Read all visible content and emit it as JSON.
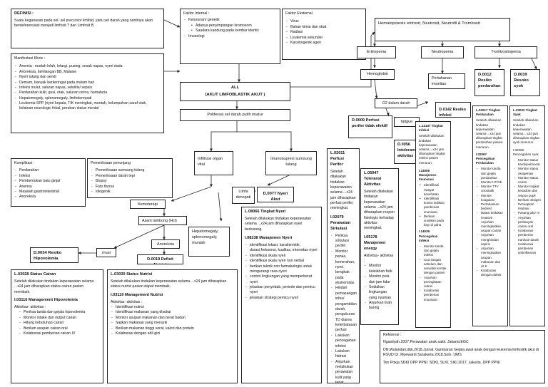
{
  "definisi": {
    "title": "DEFINISI :",
    "text": "Suatu keganasan pada sel- sel precursor limfoid, yaitu sel darah yang nantinya akan berdeferensiasi menjadi limfosit T dan Limfosit B"
  },
  "faktor_internal": {
    "title": "Faktor Internal :",
    "items": [
      "Keturunan/ genetik"
    ],
    "subitems": [
      "Adanya penyimpangan kromosom",
      "Saudara kandung pada kembar identic"
    ],
    "items2": [
      "Imunologi"
    ]
  },
  "faktor_eksternal": {
    "title": "Faktor Eksternal",
    "items": [
      "Virus",
      "Bahan kimia dan obat",
      "Radiasi",
      "Leukemia sekunder",
      "Karsinogenik agen"
    ]
  },
  "hematopoiesis": "Hematopoiesis eritrosit, Neutrosit, Neutrofil & Trombosit",
  "manifestasi": {
    "title": "Manifestasi Klinis :",
    "items": [
      "Anemia : mudah lelah, letargi, pusing, sesak napas, nyeri dada",
      "Anoreksia, kehilangan BB, Malaise",
      "Nyeri tulang dan sendi",
      "Demam, banyak berkeringat pada malam hari",
      "Infeksi mulut, saluran napas, selulitis/ sepsis",
      "Perdarahan kulit, gusi, otak, saluran cerna, hematuria",
      "Hepatomegaly, splenomegaly, limfodenopati",
      "Leukemia SPP (nyeri kepala, TIK meningkat, muntah, kelumpuhan saraf otak, kelainan neurologic fokal, peruban status mental"
    ]
  },
  "all": {
    "line1": "ALL",
    "line2": "(AKUT LIMFOBLASTIK AKUT )"
  },
  "proliferasi": "Poliferasi sel darah putih imatur",
  "eritropenia": "Eritropenia",
  "neutropenia": "Neutropenia",
  "trombositopenia": "Trombositopenia",
  "hemoglobin": "Hemoglobin",
  "pertahanan": "Pertahanan imunitas",
  "d0012": "D.0012 Resiko perdarahan",
  "d0039": "D.0039 Resoko syok",
  "o2": "O2 dalam darah",
  "d0142": "D.0142 Resiko infeksi",
  "d0009": "D.0009 Perfusi perifer tidak efektif",
  "fatigue": "fatigue",
  "d0056": "D.0056 Intoleransi aktivitas",
  "komplikasi": {
    "title": "Komplikasi :",
    "items": [
      "Perdarahan",
      "Infeksi",
      "Pembentukan batu ginjal",
      "Anemia",
      "Masalah gastrointestinal",
      "Anoreksia"
    ]
  },
  "penunjang": {
    "title": "Pemeriksaan penunjang",
    "items": [
      "Pemeriksaan sumsung tulang",
      "Pemeriksaan darah tepi",
      "Biopsy",
      "Foto thorax",
      "sitogenik"
    ]
  },
  "infiltrasi": "Infiltrasi organ vital",
  "imunosupresi": "Imunosupresi sumsung tulang",
  "limfa": "Limfa denopati",
  "d0077": "D.0077 Nyeri Akut",
  "kemoterapi": "Kemoterapi",
  "asam": "Asam lambung (Hcl)",
  "mual": "mual",
  "anoreksia": "Anoreksia",
  "d0034": "D.0034 Resiko Hipovolemia",
  "d0019": "D.0019 Defisit Nutrisi",
  "hepato": "Hepatomegaly, splenomegaly, muntah",
  "l02011": {
    "title": "L.02011 Perfusi Perifer",
    "text": "Setelah dilakukan tindakan keperawatan selama ...x24 jam diharapkan perfusi perifer meningkat."
  },
  "i02079": {
    "title": "I.02079 Perawatan Sirkulasi",
    "items": [
      "Periksa sirkulasi perifer",
      "Monitor panas, kemerahan, nyeri, bengkak pada ekstremitas",
      "Hindari pemasangan infus/ pengambilan darah, pengukuran TD diarea keterbatasan perfusi",
      "Lakukan pencegahan infeksi",
      "Lakukan hidrasi",
      "Anjurkan melakukan perawatan kulit yang tepat"
    ]
  },
  "l05047": {
    "title": "L.05047 Toleransi Aktivitas",
    "text": "Setelah dilakukan tindakan keperawatan selama ...x24 jam diharapkan respon fisiologis terhadap aktivitas meningkat."
  },
  "i05178": {
    "title": "I.05178 Manajemen energy",
    "sub": "Aktivitas- aktivitas :",
    "items": [
      "Monitor kelelahan fisik",
      "Monitor pola dan jam tidur",
      "Sediakan lingkungan yang nyaman",
      "Anjurkan tirah baring"
    ]
  },
  "l14137": {
    "title": "L.14137 Tingkat Infeksi",
    "text": "Setelah dilakukan tindakan keperawatan selama ...x24 jam diharapkan tingkat infeksi pasien menurun."
  },
  "i14508": {
    "title": "I.14508 Manajemen Imunisasi",
    "items": [
      "Identifikasi riwayat kesehatan",
      "Identifikasi kontra indikasi pemberian imunisasi",
      "Berikan suntikan pada bayi di paha"
    ]
  },
  "i14539": {
    "title": "I.14539 Pencegahan infeksi",
    "items": [
      "Monitor tanda dan gejala infeksi",
      "Cuci tangan sebelum dan sesudah kontak dengan pasien",
      "Anjurkan peningkatan nutrisi",
      "Kolaborasi pemberian imunisasi"
    ]
  },
  "l02017": {
    "title": "L.02017 Tingkat Perdarahan",
    "text": "Setelah dilakukan tindakan keperawatan selama ...x24 jam diharapkan tingkat perdarahan pasien menurun."
  },
  "i02067": {
    "title": "I.02067 Pencegahan Perdarahan",
    "items": [
      "Monitor tanda dan gejala perdarahan",
      "Monitor HT/Hb",
      "Monitor TTV ortostatik",
      "Monitor koagulasi",
      "Pertahankan bedrest",
      "Batasi tindakan invasive",
      "Anjurkan meningkatkan asupan cairan",
      "Anjurkan menghindari aspirin",
      "Anjurkan meningkatkan asupan makanan dan vit K",
      "Kolaborasi dengan dokter"
    ]
  },
  "l03032": {
    "title": "L.03032 Tingkat Syok",
    "text": "Setelah dilakukan tindakan keperawatan selama ...x24 jam diharapkan tingkat syok menurun.",
    "title2": "I.02068 Pencegahan syok",
    "items": [
      "Monitor status kardiopulmonal",
      "Monitor status oksigenasi",
      "Monitor status cairan",
      "Monitor tingkat kesadran dan respon pupil",
      "Berikan oksigen",
      "Persiapkan intubasi",
      "Pasang jalur IV",
      "Anjurkan perbanyak cairan oral",
      "Kolaborasi pemberian tranfuse darah",
      "Kolaborasi pemberian antiinflamasi"
    ]
  },
  "l08066": {
    "title": "L.08066 Tingkat Nyeri",
    "text": "Setelah dilakukan tindakan keperawatan selama ...x24 jam diharapkan nyeri berkurang.",
    "title2": "I.08238 Manajemen Nyeri",
    "items": [
      "identifikasi lokasi, karakteristik, durasi,frekuensi, kualitas, intensitas nyeri",
      "identifikasi skala nyeri",
      "identifikasi skala nyeri non verbal",
      "berikan teknik non farmakologis untuk mengurangi rasa nyeri",
      "control lingkungan yang memperberat nyeri",
      "jelaskan penyebab, periode dan pemicu nyeri",
      "jelaskan strategi pemicu nyeri"
    ]
  },
  "l03028": {
    "title": "L.03028 Status Cairan",
    "text": "Setelah dilakukan tindakan keperawatan selama ...x24 jam diharapkan status cairan pasien membaik.",
    "title2": "I.03116 Management Hipovolemia",
    "sub": "Aktivitas- aktivitas :",
    "items": [
      "Periksa tanda dan gejala hipovolemia",
      "Monitor intake dan output cairan",
      "Hitung kebutuhan cairan",
      "Berikan asupan cairan oral",
      "Kolaborasi pemberian cairan IV"
    ]
  },
  "l03030": {
    "title": "L.03030 Status Nutrisi",
    "text": "Setelah dilakukan tindakan keperawatan selama ...x24 jam diharapkan status nutrisi pasien dapat membaik.",
    "title2": "I.03119 Management Nutrisi",
    "sub": "Aktivitas- aktivitas :",
    "items": [
      "Identifikasi nutrisi",
      "Identifikasi makanan yang disukai",
      "Monitor asupan makanan dan berat badan",
      "Sajikan makanan yang menarik",
      "Berikan makanan tinggi serat, kalori dan protein",
      "Kolaborasi dengan ahli gizi"
    ]
  },
  "referensi": {
    "title": "Referensi :",
    "items": [
      "Ngastiyah.2007.Perawatan anak sakit. Jakarta:EGC",
      "DN.Wulandari,dkk.2018.Jurnal. Gambaran Gejala awal anak dengan leukemia limfositik akut di RSUD Dr. Moewardi Surakarta 2018.Solo. UMS",
      "Tim Pokja SDKI DPP PPNI. SDKI, SLKI, SIKI.2017. Jakarta. DPP PPNI"
    ]
  }
}
